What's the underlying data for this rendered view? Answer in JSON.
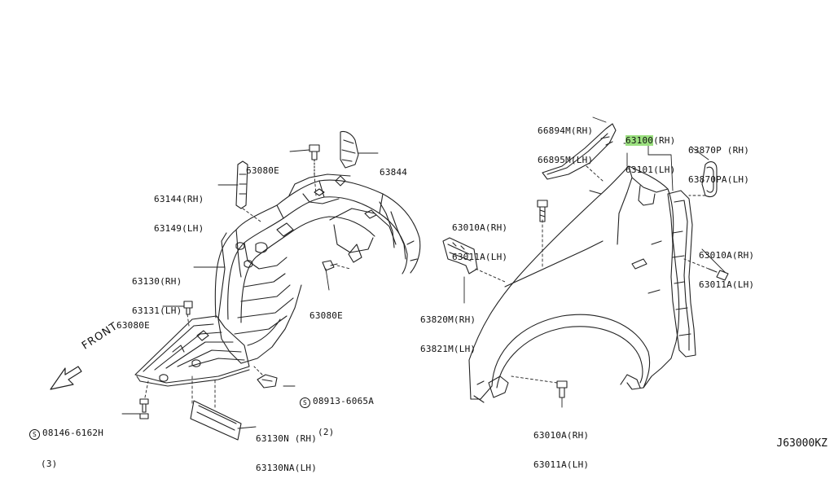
{
  "diagram_code": "J63000KZ",
  "front_marker": "FRONT",
  "parts": {
    "p_66894M": {
      "line1": "66894M(RH)",
      "line2": "66895M(LH)"
    },
    "p_63100": {
      "line1_highlight": "63100",
      "line1_rest": "(RH)",
      "line2": "63101(LH)"
    },
    "p_63870P": {
      "line1": "63870P (RH)",
      "line2": "63870PA(LH)"
    },
    "p_63080E_top": {
      "line1": "63080E"
    },
    "p_63844": {
      "line1": "63844"
    },
    "p_63144": {
      "line1": "63144(RH)",
      "line2": "63149(LH)"
    },
    "p_63010A_mid": {
      "line1": "63010A(RH)",
      "line2": "63011A(LH)"
    },
    "p_63010A_right": {
      "line1": "63010A(RH)",
      "line2": "63011A(LH)"
    },
    "p_63130": {
      "line1": "63130(RH)",
      "line2": "63131(LH)"
    },
    "p_63080E_center": {
      "line1": "63080E"
    },
    "p_63820M": {
      "line1": "63820M(RH)",
      "line2": "63821M(LH)"
    },
    "p_63080E_left": {
      "line1": "63080E"
    },
    "p_08913": {
      "symbol": "S",
      "line1": "08913-6065A",
      "line2": "(2)"
    },
    "p_08146": {
      "symbol": "S",
      "line1": "08146-6162H",
      "line2": "(3)"
    },
    "p_63130N": {
      "line1": "63130N (RH)",
      "line2": "63130NA(LH)"
    },
    "p_63010A_bottom": {
      "line1": "63010A(RH)",
      "line2": "63011A(LH)"
    }
  }
}
